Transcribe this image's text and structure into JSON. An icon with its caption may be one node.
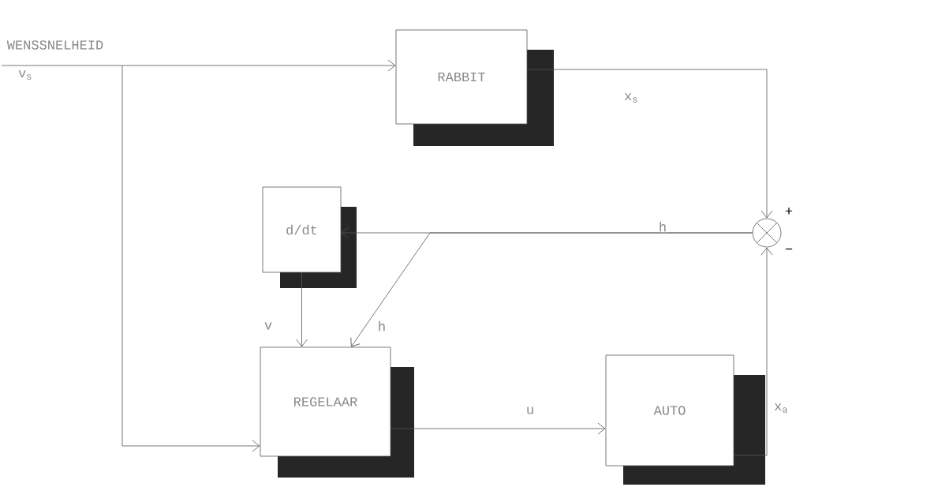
{
  "diagram": {
    "nodes": [
      {
        "text": [
          "RABBIT"
        ]
      },
      {
        "text": [
          "d/dt"
        ]
      },
      {
        "text": [
          "REGELAAR"
        ]
      },
      {
        "text": [
          "AUTO"
        ]
      },
      {
        "text": [],
        "shape": "circle",
        "beside": [
          "+",
          "−"
        ]
      }
    ],
    "edges": [
      {
        "from": null,
        "to": 0,
        "arrow": "to"
      },
      {
        "from": null,
        "to": 2,
        "arrow": "to"
      },
      {
        "from": 0,
        "to": 4,
        "arrow": "to",
        "label": "x$_{s}$"
      },
      {
        "from": 4,
        "to": 1,
        "arrow": "to",
        "label": "h"
      },
      {
        "from": 4,
        "to": 2,
        "arrow": "to",
        "label": "h"
      },
      {
        "from": 1,
        "to": 2,
        "arrow": "to",
        "label": "v"
      },
      {
        "from": 2,
        "to": 3,
        "arrow": "to",
        "label": "u"
      },
      {
        "from": 3,
        "to": 4,
        "arrow": "to",
        "label": "x$_{a}$"
      }
    ],
    "labels": [
      "WENSSNELHEID",
      "v$_{s}$"
    ]
  }
}
